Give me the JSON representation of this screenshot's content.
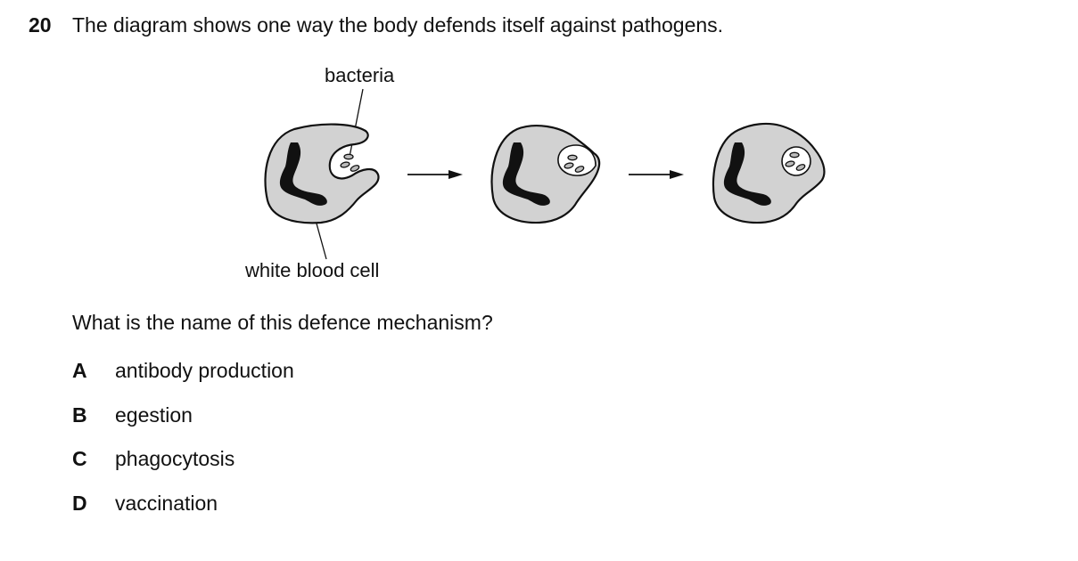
{
  "question": {
    "number": "20",
    "stem": "The diagram shows one way the body defends itself against pathogens.",
    "prompt": "What is the name of this defence mechanism?"
  },
  "diagram": {
    "labels": {
      "bacteria": "bacteria",
      "white_blood_cell": "white blood cell"
    },
    "colors": {
      "cell_fill": "#d2d2d2",
      "outline": "#111111",
      "nucleus": "#111111",
      "vacuole_fill": "#ffffff"
    }
  },
  "options": [
    {
      "letter": "A",
      "text": "antibody production"
    },
    {
      "letter": "B",
      "text": "egestion"
    },
    {
      "letter": "C",
      "text": "phagocytosis"
    },
    {
      "letter": "D",
      "text": "vaccination"
    }
  ]
}
